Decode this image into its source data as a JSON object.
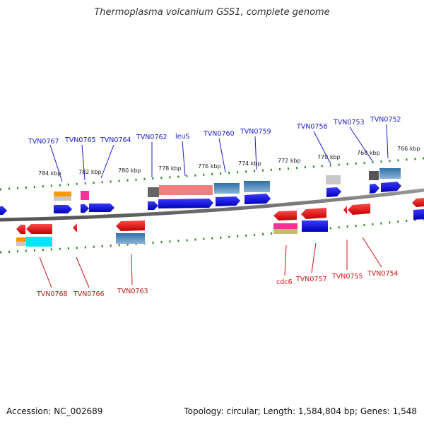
{
  "title": "Thermoplasma volcanium GSS1, complete genome",
  "footer": {
    "accession": "Accession: NC_002689",
    "summary": "Topology: circular; Length: 1,584,804 bp; Genes: 1,548"
  },
  "ticks": [
    "784 kbp",
    "782 kbp",
    "780 kbp",
    "778 kbp",
    "776 kbp",
    "774 kbp",
    "772 kbp",
    "770 kbp",
    "768 kbp",
    "766 kbp"
  ],
  "top_labels": [
    "TVN0767",
    "TVN0765",
    "TVN0764",
    "TVN0762",
    "leuS",
    "TVN0760",
    "TVN0759",
    "TVN0756",
    "TVN0753",
    "TVN0752"
  ],
  "bottom_labels": [
    "TVN0768",
    "TVN0766",
    "TVN0763",
    "cdc6",
    "TVN0757",
    "TVN0755",
    "TVN0754"
  ],
  "colors": {
    "forward_gene": "#0000ee",
    "reverse_gene": "#ee1111",
    "top_label": "#1a1acc",
    "bottom_label": "#cc1111",
    "axis": "#777777",
    "ticks": "#228822"
  }
}
